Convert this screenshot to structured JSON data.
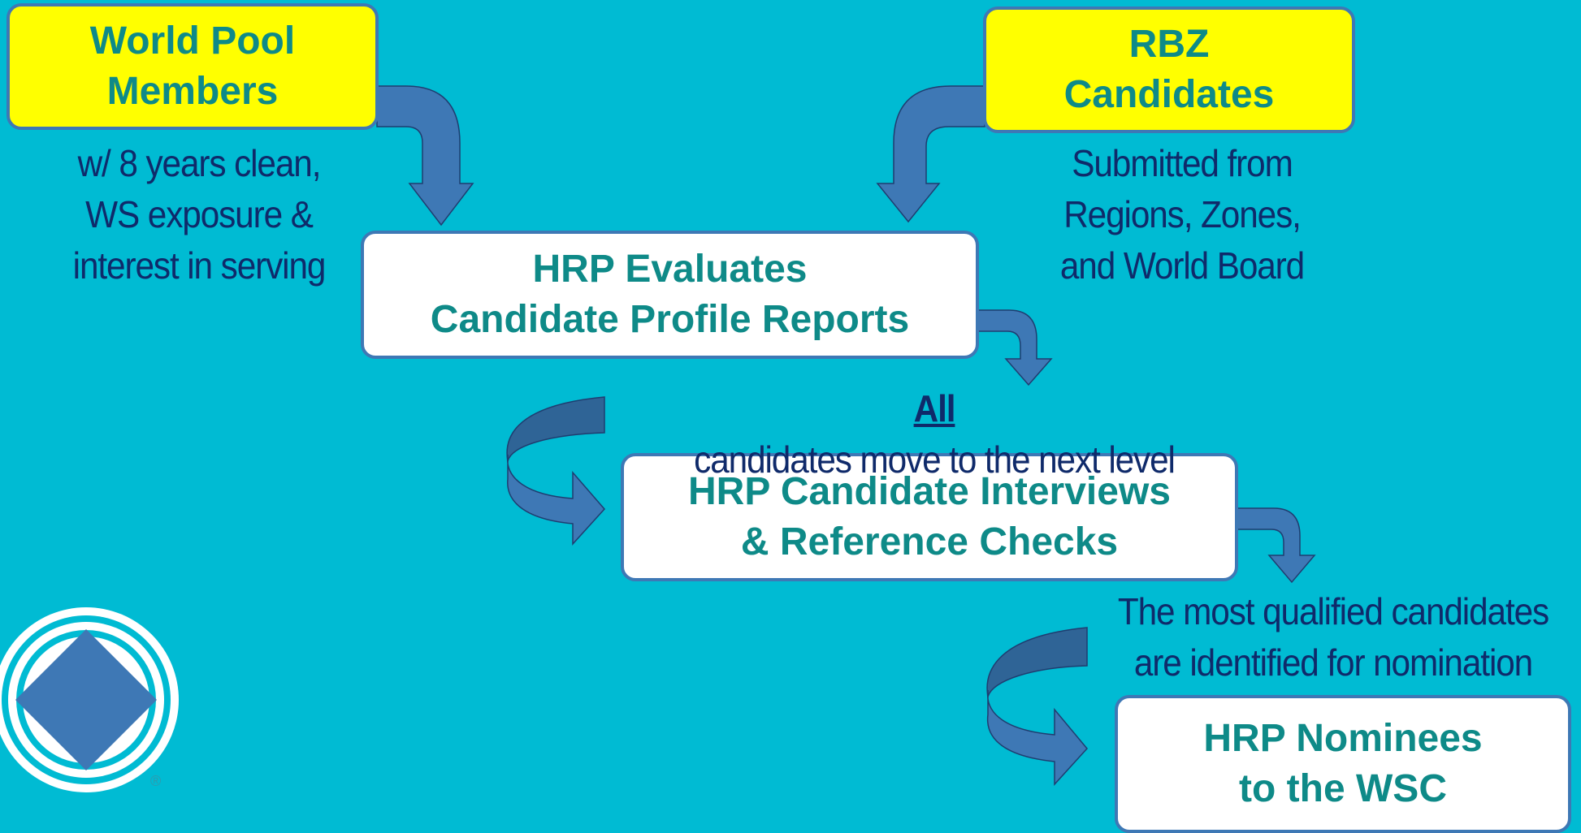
{
  "boxes": {
    "world_pool": {
      "line1": "World Pool",
      "line2": "Members"
    },
    "rbz": {
      "line1": "RBZ",
      "line2": "Candidates"
    },
    "hrp_evaluates": {
      "line1": "HRP Evaluates",
      "line2": "Candidate Profile Reports"
    },
    "hrp_interviews": {
      "line1": "HRP Candidate Interviews",
      "line2": "& Reference Checks"
    },
    "hrp_nominees": {
      "line1": "HRP Nominees",
      "line2": "to the WSC"
    }
  },
  "notes": {
    "world_pool": {
      "line1": "w/ 8 years clean,",
      "line2": "WS exposure &",
      "line3": "interest in serving"
    },
    "rbz": {
      "line1": "Submitted from",
      "line2": "Regions, Zones,",
      "line3": "and World Board"
    },
    "all_move": {
      "emphasis": "All",
      "rest": " candidates move to the next level"
    },
    "qualified": {
      "line1": "The most qualified candidates",
      "line2": "are identified for nomination"
    }
  },
  "logo": {
    "mark": "®",
    "icon": "diamond-in-circles-logo"
  },
  "colors": {
    "background": "#00BBD3",
    "yellow_box": "#FFFF00",
    "white_box": "#FFFFFF",
    "box_text": "#0E8A88",
    "note_text": "#0F2A6A",
    "arrow": "#3E78B5"
  }
}
